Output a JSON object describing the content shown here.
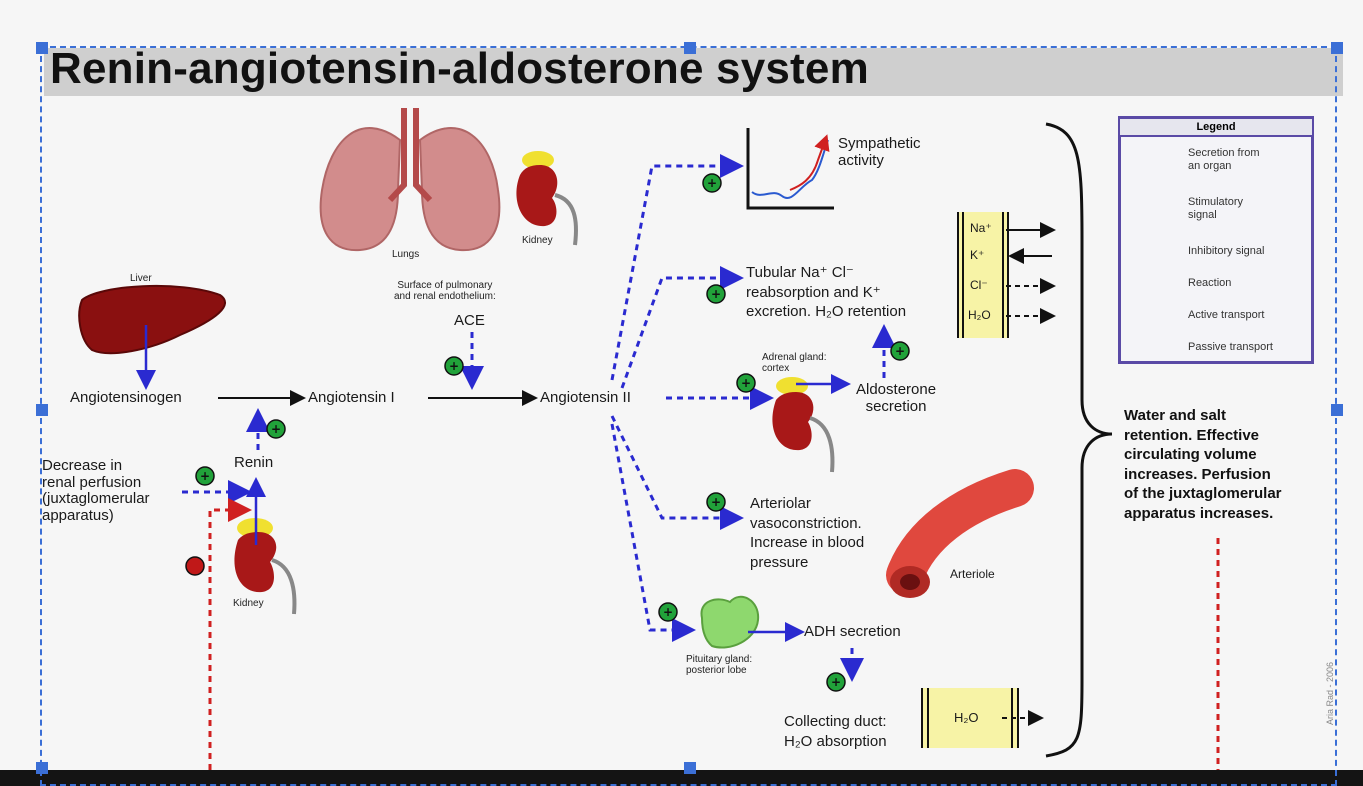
{
  "title": "Renin-angiotensin-aldosterone system",
  "organs": {
    "liver": "Liver",
    "lungs": "Lungs",
    "kidney_top": "Kidney",
    "kidney_bottom": "Kidney",
    "arteriole": "Arteriole",
    "pituitary": [
      "Pituitary gland:",
      "posterior lobe"
    ],
    "adrenal": [
      "Adrenal gland:",
      "cortex"
    ]
  },
  "ace_note": [
    "Surface of pulmonary",
    "and renal endothelium:"
  ],
  "ace": "ACE",
  "molecules": {
    "angiotensinogen": "Angiotensinogen",
    "angiotensin1": "Angiotensin I",
    "angiotensin2": "Angiotensin II",
    "renin": "Renin"
  },
  "trigger": [
    "Decrease in",
    "renal perfusion",
    "(juxtaglomerular",
    "apparatus)"
  ],
  "effects": {
    "sympathetic": [
      "Sympathetic",
      "activity"
    ],
    "tubular": [
      "Tubular Na⁺ Cl⁻",
      "reabsorption and K⁺",
      "excretion. H₂O retention"
    ],
    "aldosterone": [
      "Aldosterone",
      "secretion"
    ],
    "arteriolar": [
      "Arteriolar",
      "vasoconstriction.",
      "Increase in blood",
      "pressure"
    ],
    "adh": "ADH secretion",
    "collecting": [
      "Collecting duct:",
      "H₂O absorption"
    ]
  },
  "ions": [
    "Na⁺",
    "K⁺",
    "Cl⁻",
    "H₂O"
  ],
  "water_label": "H₂O",
  "outcome": [
    "Water and salt",
    "retention. Effective",
    "circulating volume",
    "increases. Perfusion",
    "of the juxtaglomerular",
    "apparatus increases."
  ],
  "legend": {
    "title": "Legend",
    "items": [
      [
        "Secretion from",
        "an organ"
      ],
      [
        "Stimulatory",
        "signal"
      ],
      [
        "Inhibitory signal"
      ],
      [
        "Reaction"
      ],
      [
        "Active transport"
      ],
      [
        "Passive transport"
      ]
    ]
  },
  "credit": "Aria Rad - 2006",
  "colors": {
    "stimulatory": "#2a2ad0",
    "inhibitory": "#d02020",
    "reaction": "#111111",
    "green_dot": "#21a23a",
    "red_dot": "#c01818",
    "kidney": "#a81818",
    "liver": "#8a1010",
    "lung": "#d28c8c",
    "arteriole": "#e0483e",
    "pituitary": "#8ed86e",
    "cell_yellow": "#f7f3a6"
  }
}
